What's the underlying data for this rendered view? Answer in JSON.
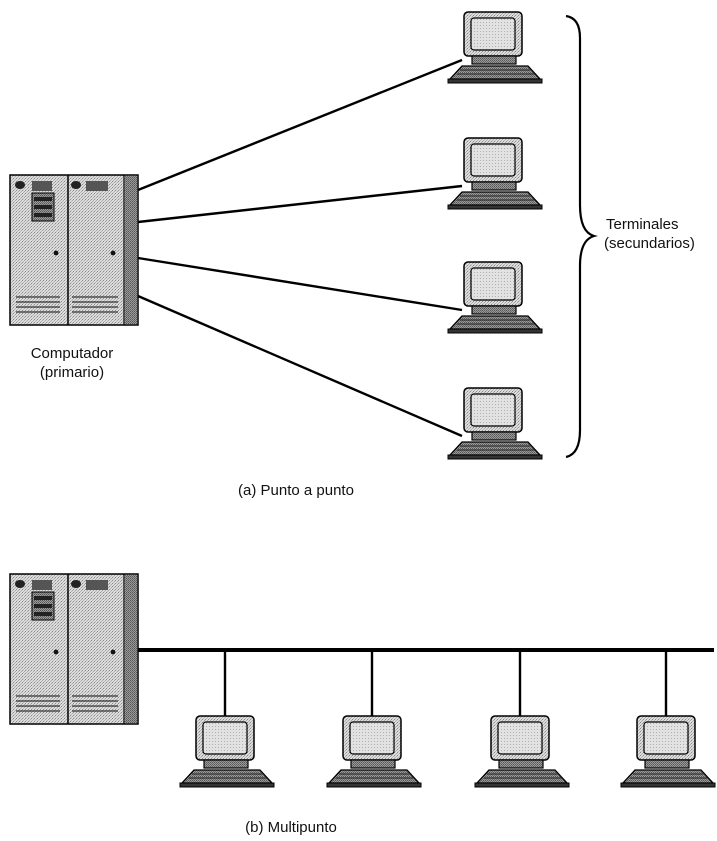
{
  "point_to_point": {
    "primary_label_line1": "Computador",
    "primary_label_line2": "(primario)",
    "terminals_label_line1": "Terminales",
    "terminals_label_line2": "(secundarios)",
    "caption": "(a) Punto a punto"
  },
  "multipoint": {
    "caption": "(b) Multipunto"
  },
  "icons": {
    "primary_computer": "mainframe-cabinet-icon",
    "terminal": "computer-terminal-icon"
  }
}
